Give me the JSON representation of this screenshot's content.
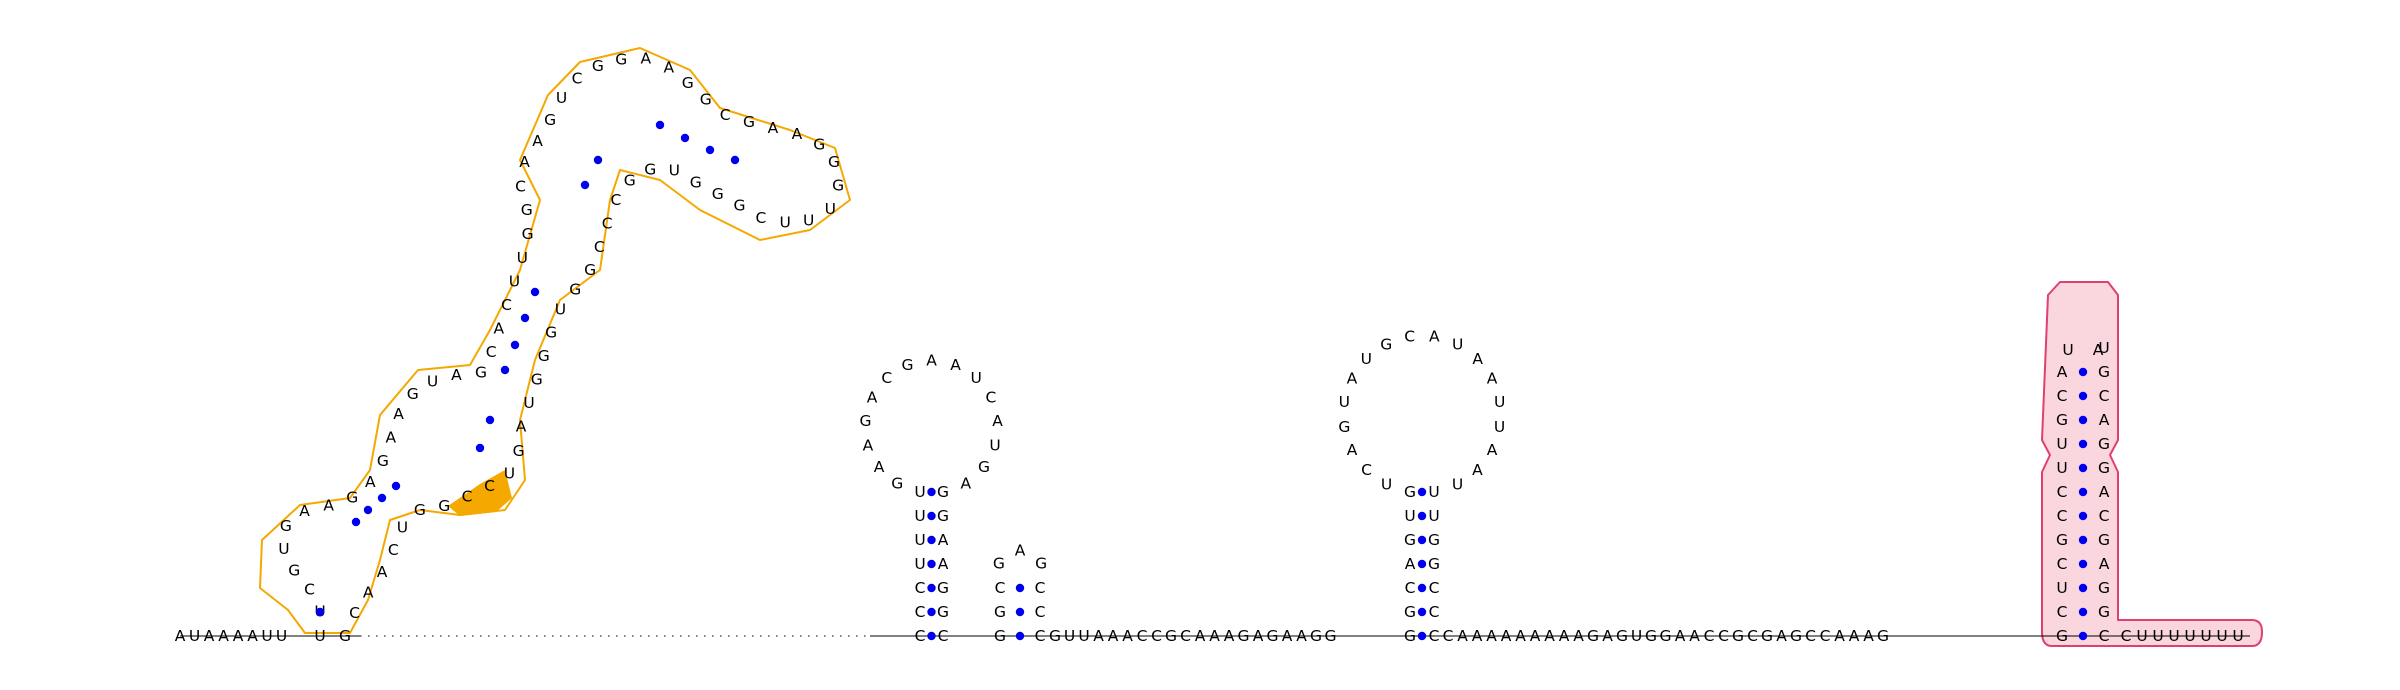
{
  "sequence": {
    "five_prime_tail": "AUAAAAUU",
    "gap_region": "",
    "linker_1": "GUUAAACCGCAAAGAGAAGG",
    "linker_2": "CAAAAAAAAAGAGUGGAACCGCGAGCCAAAG",
    "three_prime_tail": "CUUUUUUU"
  },
  "colors": {
    "base_pair_dot": "#0000ee",
    "highlight_orange": "#f5a800",
    "highlight_pink_fill": "#fad6de",
    "highlight_pink_stroke": "#e04070"
  },
  "stems": {
    "hairpin_1": {
      "left": "CCCUUUU",
      "loop": "GAAGACGAAUCAUGA",
      "right": "GGAAGGC"
    },
    "hairpin_2": {
      "left": "GGC",
      "loop": "GAG",
      "right": "CCC"
    },
    "hairpin_3": {
      "left": "GGCAGUG",
      "loop": "UCAGUAUGCAUAAUUAAU",
      "right": "UUGGCCC"
    },
    "hairpin_4_pink": {
      "left": "GCUCGCCUUGCA",
      "loop": "UA",
      "right": "UGCAGGACGAGGC"
    }
  },
  "complex_structure": {
    "base_strand": "UUCGUGAAGAGAAGUAGCACUUGGCAAGUCGGAAGGCGAAGGGUUUCGGGUGGCCCGGUGGGUAGUCCGGUCAACG",
    "pair_rows": 11
  }
}
